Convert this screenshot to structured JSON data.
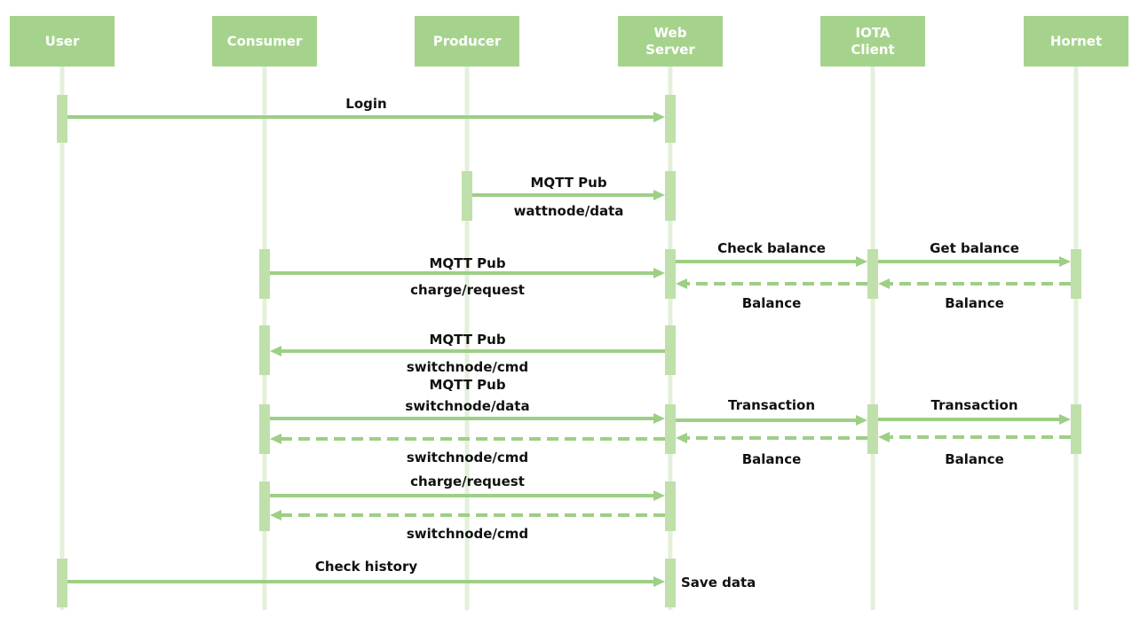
{
  "colors": {
    "actor_fill": "#a6d38c",
    "actor_text": "#ffffff",
    "arrow": "#9dcf85",
    "lifeline": "#e4f0da",
    "activation": "#bfe0ab"
  },
  "actors": [
    {
      "id": "user",
      "lines": [
        "User"
      ]
    },
    {
      "id": "consumer",
      "lines": [
        "Consumer"
      ]
    },
    {
      "id": "producer",
      "lines": [
        "Producer"
      ]
    },
    {
      "id": "webserver",
      "lines": [
        "Web",
        "Server"
      ]
    },
    {
      "id": "iota",
      "lines": [
        "IOTA",
        "Client"
      ]
    },
    {
      "id": "hornet",
      "lines": [
        "Hornet"
      ]
    }
  ],
  "messages": [
    {
      "from": "user",
      "to": "webserver",
      "style": "solid",
      "label_above": "Login"
    },
    {
      "from": "producer",
      "to": "webserver",
      "style": "solid",
      "label_above": "MQTT Pub",
      "label_below": "wattnode/data"
    },
    {
      "from": "consumer",
      "to": "webserver",
      "style": "solid",
      "label_above": "MQTT Pub",
      "label_below": "charge/request"
    },
    {
      "from": "webserver",
      "to": "iota",
      "style": "solid",
      "label_above": "Check balance"
    },
    {
      "from": "iota",
      "to": "hornet",
      "style": "solid",
      "label_above": "Get balance"
    },
    {
      "from": "hornet",
      "to": "iota",
      "style": "dashed",
      "label_below": "Balance"
    },
    {
      "from": "iota",
      "to": "webserver",
      "style": "dashed",
      "label_below": "Balance"
    },
    {
      "from": "webserver",
      "to": "consumer",
      "style": "solid",
      "label_above": "MQTT Pub",
      "label_below": "switchnode/cmd"
    },
    {
      "from": "consumer",
      "to": "webserver",
      "style": "solid",
      "label_above": "MQTT Pub\nswitchnode/data"
    },
    {
      "from": "webserver",
      "to": "iota",
      "style": "solid",
      "label_above": "Transaction"
    },
    {
      "from": "iota",
      "to": "hornet",
      "style": "solid",
      "label_above": "Transaction"
    },
    {
      "from": "hornet",
      "to": "iota",
      "style": "dashed",
      "label_below": "Balance"
    },
    {
      "from": "iota",
      "to": "webserver",
      "style": "dashed",
      "label_below": "Balance"
    },
    {
      "from": "webserver",
      "to": "consumer",
      "style": "dashed",
      "label_below": "switchnode/cmd"
    },
    {
      "from": "consumer",
      "to": "webserver",
      "style": "solid",
      "label_above": "charge/request"
    },
    {
      "from": "webserver",
      "to": "consumer",
      "style": "dashed",
      "label_below": "switchnode/cmd"
    },
    {
      "from": "user",
      "to": "webserver",
      "style": "solid",
      "label_above": "Check history"
    }
  ],
  "notes": [
    {
      "actor": "webserver",
      "text": "Save data"
    }
  ]
}
